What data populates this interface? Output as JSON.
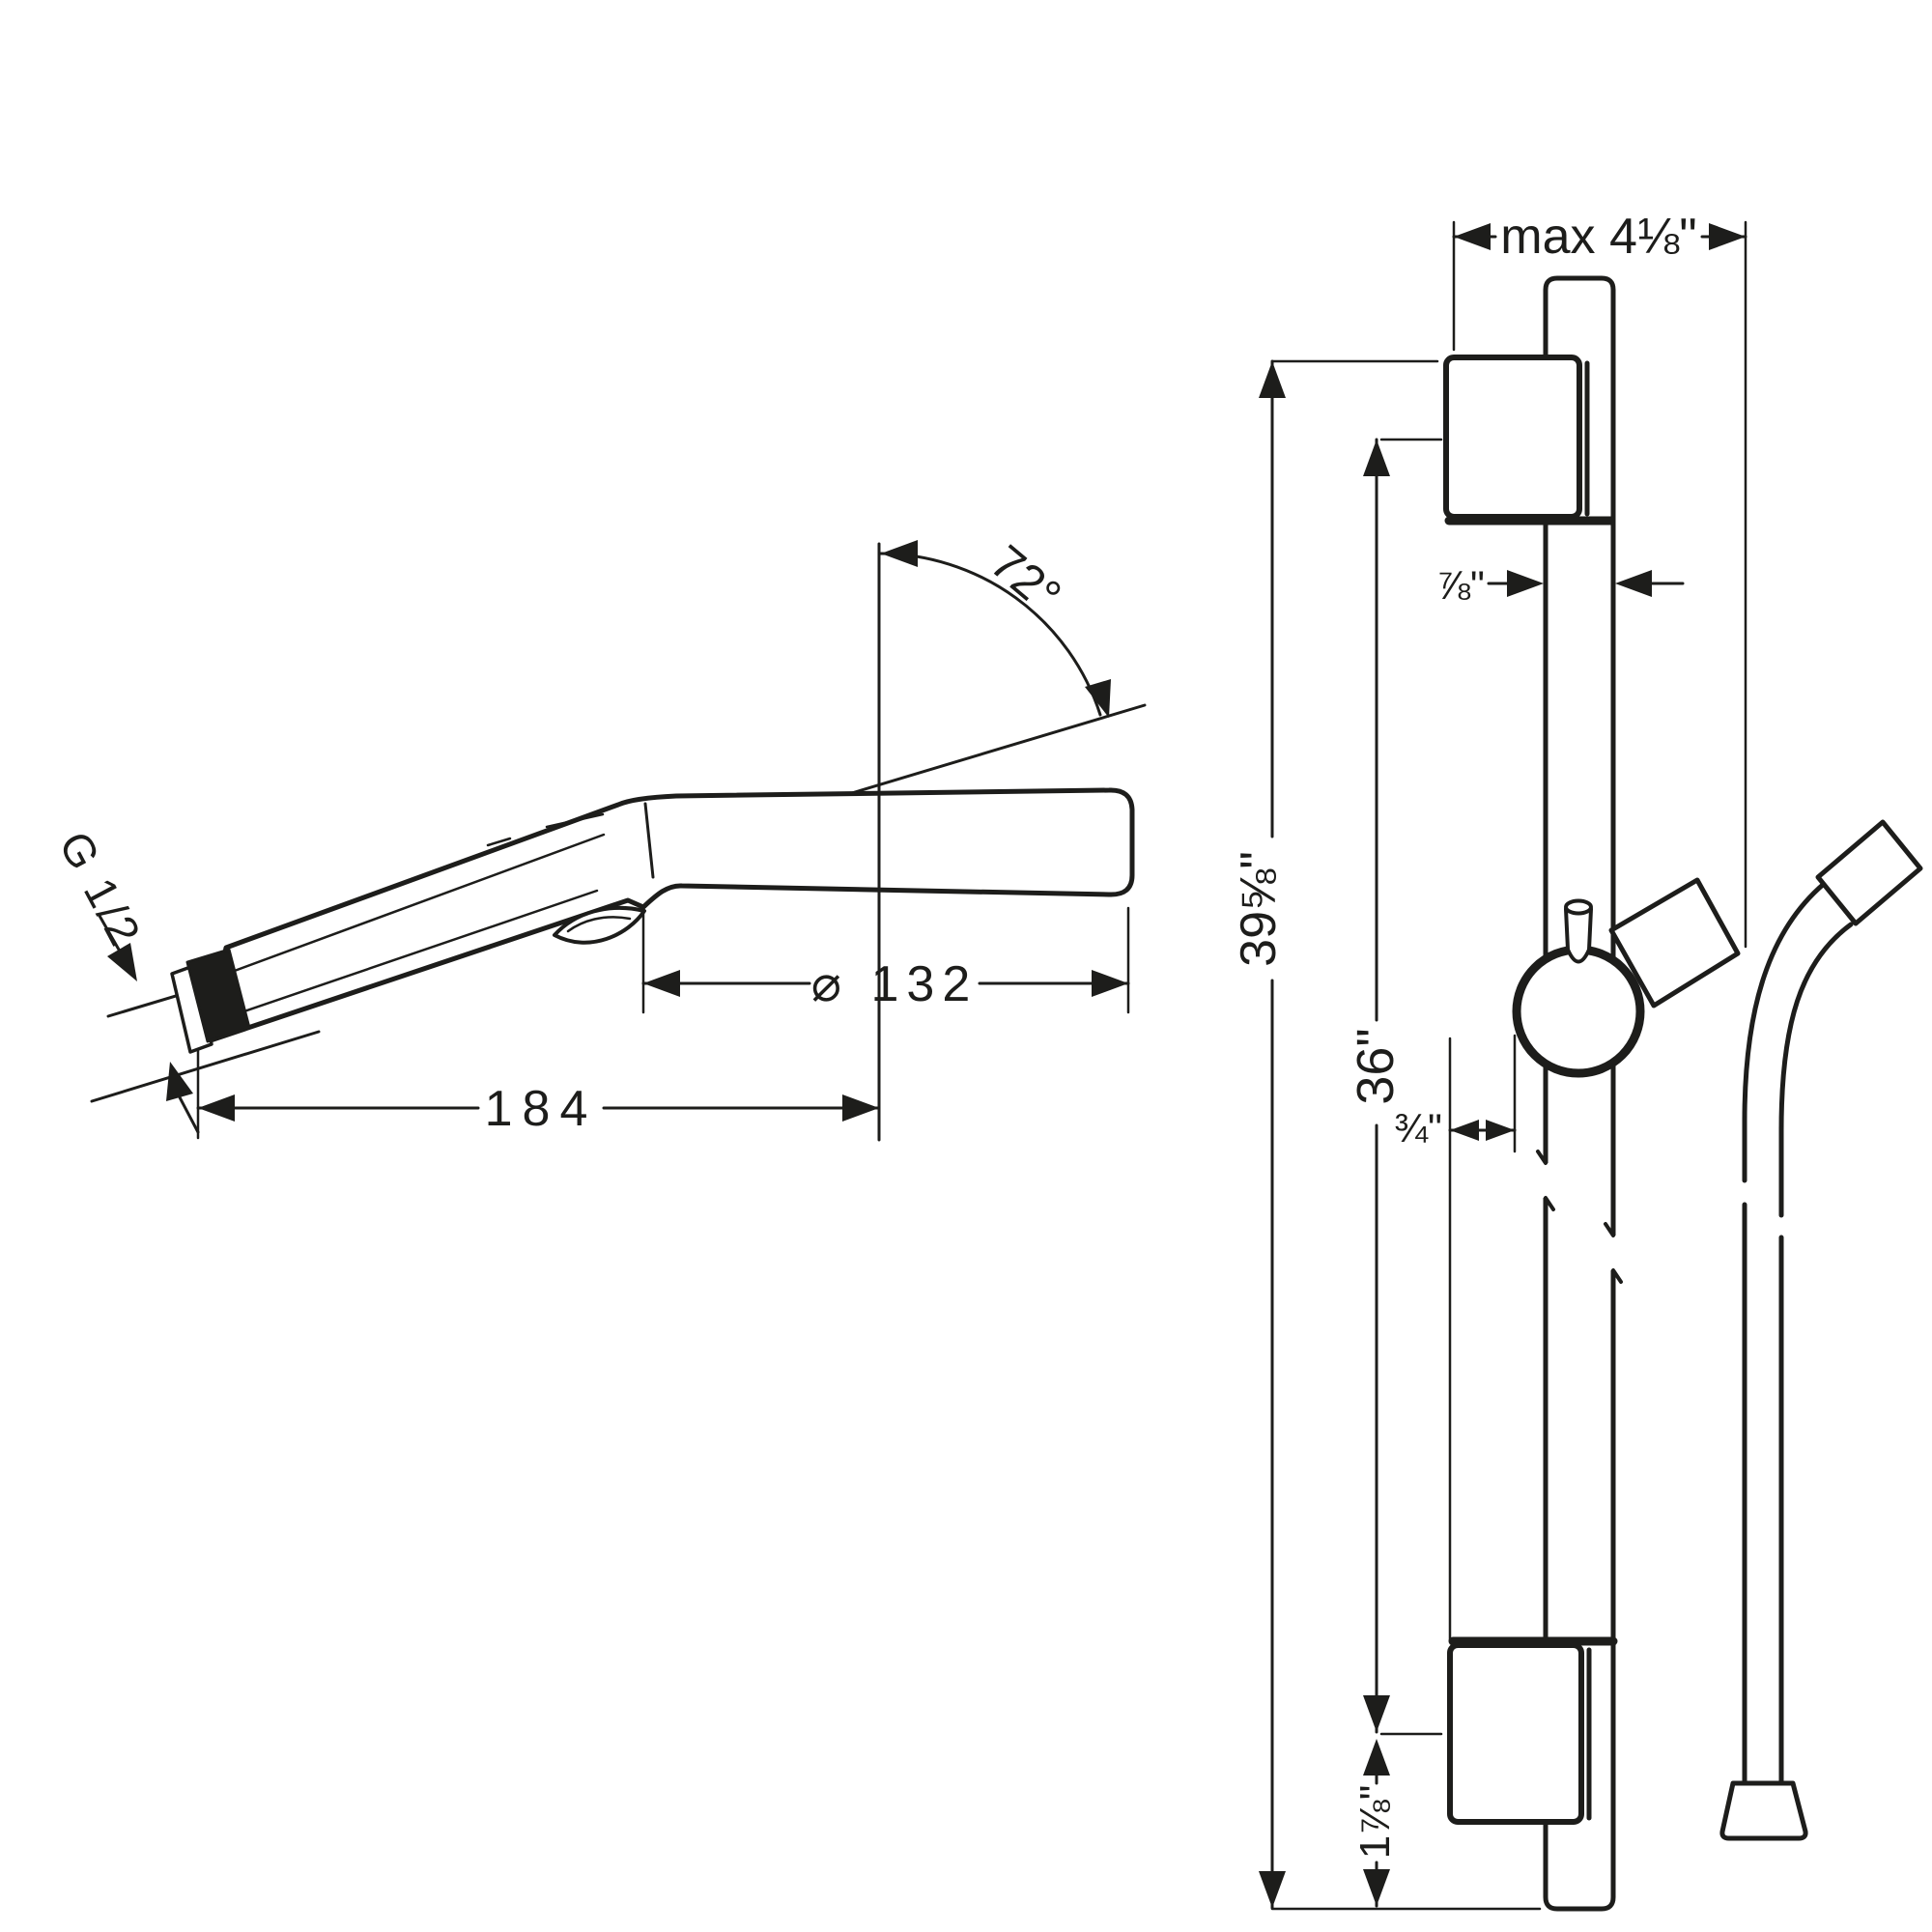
{
  "drawing": {
    "title": "shower-set-dimension-drawing",
    "line_color": "#1d1d1b",
    "background": "#ffffff",
    "handshower": {
      "thread_label": "G 1/2",
      "angle_label": "72°",
      "diameter_label": "⌀ 132",
      "length_label": "184"
    },
    "wallbar": {
      "max_width_label": "max 4⅛\"",
      "bar_width_label": "⅞\"",
      "overall_height_label": "39⅝\"",
      "rail_height_label": "36\"",
      "wall_offset_label": "¾\"",
      "bottom_offset_label": "1⅞\""
    }
  }
}
